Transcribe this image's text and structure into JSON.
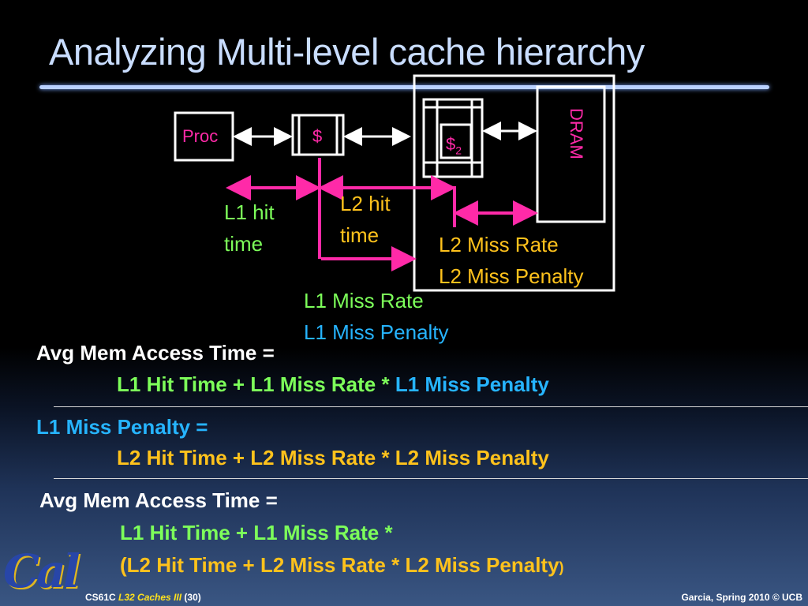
{
  "title": "Analyzing Multi-level cache hierarchy",
  "diagram": {
    "proc": "Proc",
    "l1_cache": "$",
    "l2_cache_symbol": "$",
    "l2_cache_subscript": "2",
    "dram": "DRAM",
    "l1_hit_time": [
      "L1 hit",
      "time"
    ],
    "l2_hit_time": [
      "L2 hit",
      "time"
    ],
    "l2_miss_rate": "L2 Miss Rate",
    "l2_miss_penalty": "L2 Miss Penalty",
    "l1_miss_rate": "L1 Miss Rate",
    "l1_miss_penalty": "L1 Miss Penalty"
  },
  "equations": {
    "eq1_lhs": "Avg Mem Access Time =",
    "eq1_rhs_green": "L1 Hit Time + L1 Miss Rate * ",
    "eq1_rhs_blue": "L1 Miss Penalty",
    "eq2_lhs": "L1 Miss Penalty =",
    "eq2_rhs": "L2 Hit Time + L2 Miss Rate * L2 Miss Penalty",
    "eq3_lhs": "Avg Mem Access Time =",
    "eq3_line1": "L1 Hit Time + L1 Miss Rate *",
    "eq3_line2_open": "(L2 Hit Time +  L2 Miss Rate * L2 Miss Penalty",
    "eq3_line2_close": ")"
  },
  "footer": {
    "logo": "Cal",
    "course_code": "CS61C",
    "lecture": "L32 Caches III",
    "slide_num": "(30)",
    "credit": "Garcia, Spring 2010 © UCB"
  },
  "colors": {
    "title": "#c9ddff",
    "green": "#7dff5a",
    "blue": "#26b4ff",
    "orange": "#ffc21c",
    "magenta": "#ff2aa8"
  }
}
